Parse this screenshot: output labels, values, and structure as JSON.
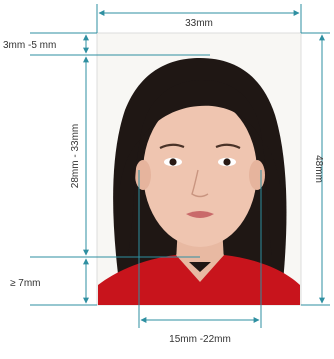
{
  "labels": {
    "width": "33mm",
    "height": "48mm",
    "top_margin": "3mm -5 mm",
    "head_height": "28mm - 33mm",
    "bottom_margin": "≥ 7mm",
    "face_width": "15mm -22mm"
  },
  "colors": {
    "dimension_line": "#2e8fa1",
    "photo_background": "#f8f7f4",
    "hair": "#1f1714",
    "skin": "#efc5b0",
    "shirt": "#c8141c"
  }
}
